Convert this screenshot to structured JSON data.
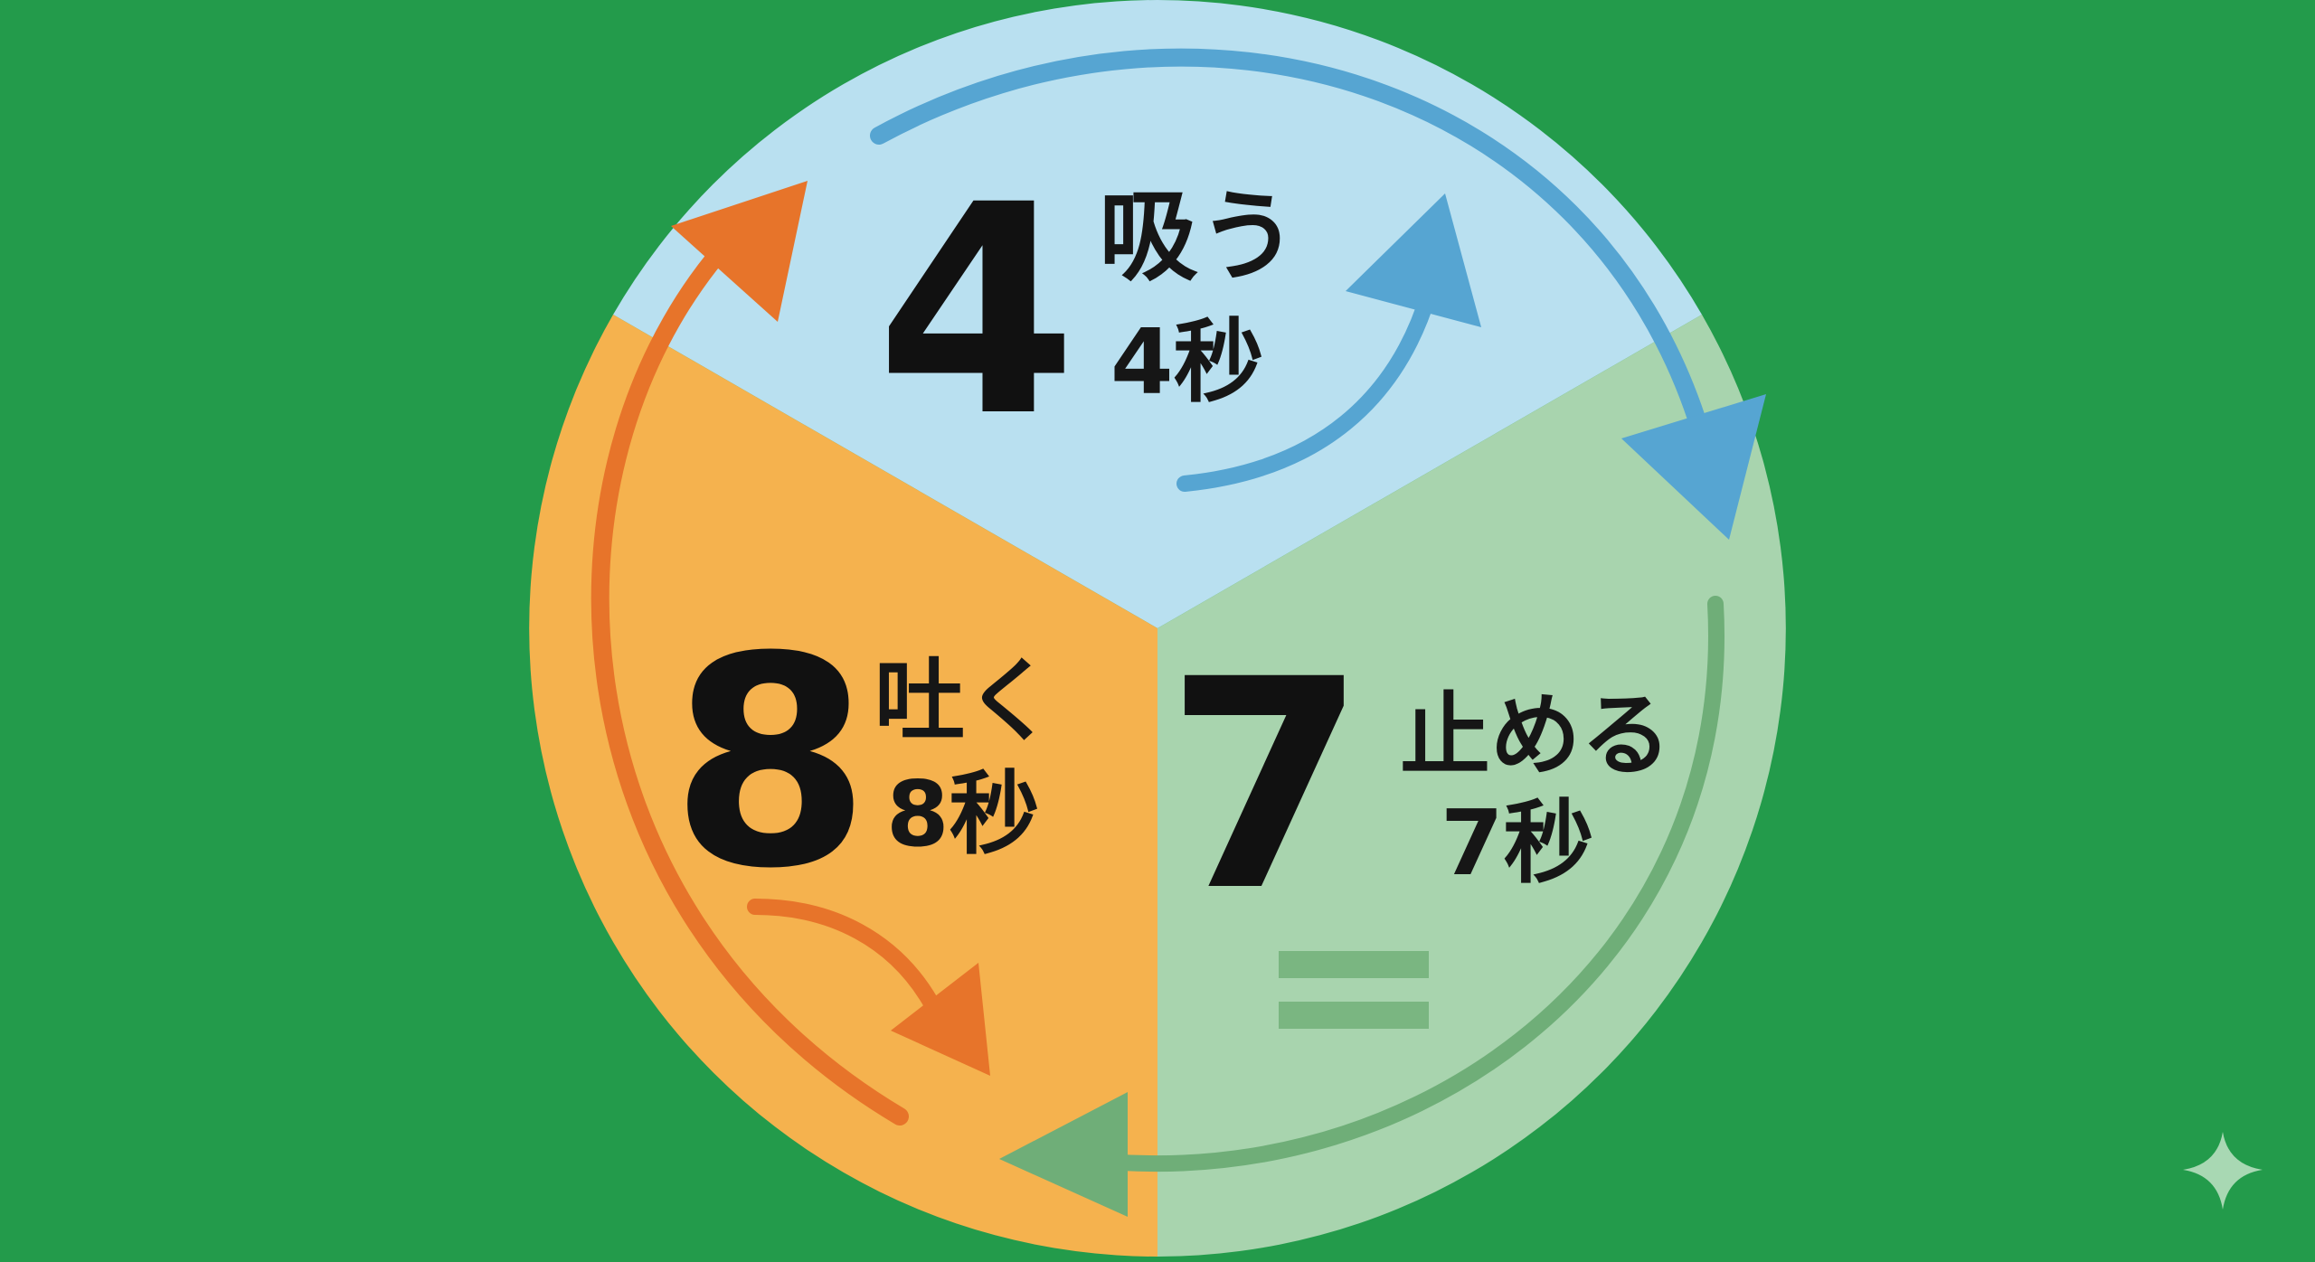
{
  "colors": {
    "background": "#239b4b",
    "inhale_segment": "#b9e0f0",
    "hold_segment": "#a8d4ae",
    "exhale_segment": "#f5b24e",
    "inhale_arrow": "#56a5d2",
    "hold_arrow": "#6fae78",
    "exhale_arrow": "#e7742a",
    "hold_bars": "#7ab681",
    "text": "#111111"
  },
  "phases": {
    "inhale": {
      "number": "4",
      "action": "吸う",
      "duration": "4秒",
      "arrow_icon": "curved-arrow-icon"
    },
    "hold": {
      "number": "7",
      "action": "止める",
      "duration": "7秒",
      "arrow_icon": "curved-arrow-icon",
      "pause_icon": "equals-icon"
    },
    "exhale": {
      "number": "8",
      "action": "吐く",
      "duration": "8秒",
      "arrow_icon": "curved-arrow-icon"
    }
  },
  "decoration": {
    "corner_icon": "sparkle-icon"
  }
}
